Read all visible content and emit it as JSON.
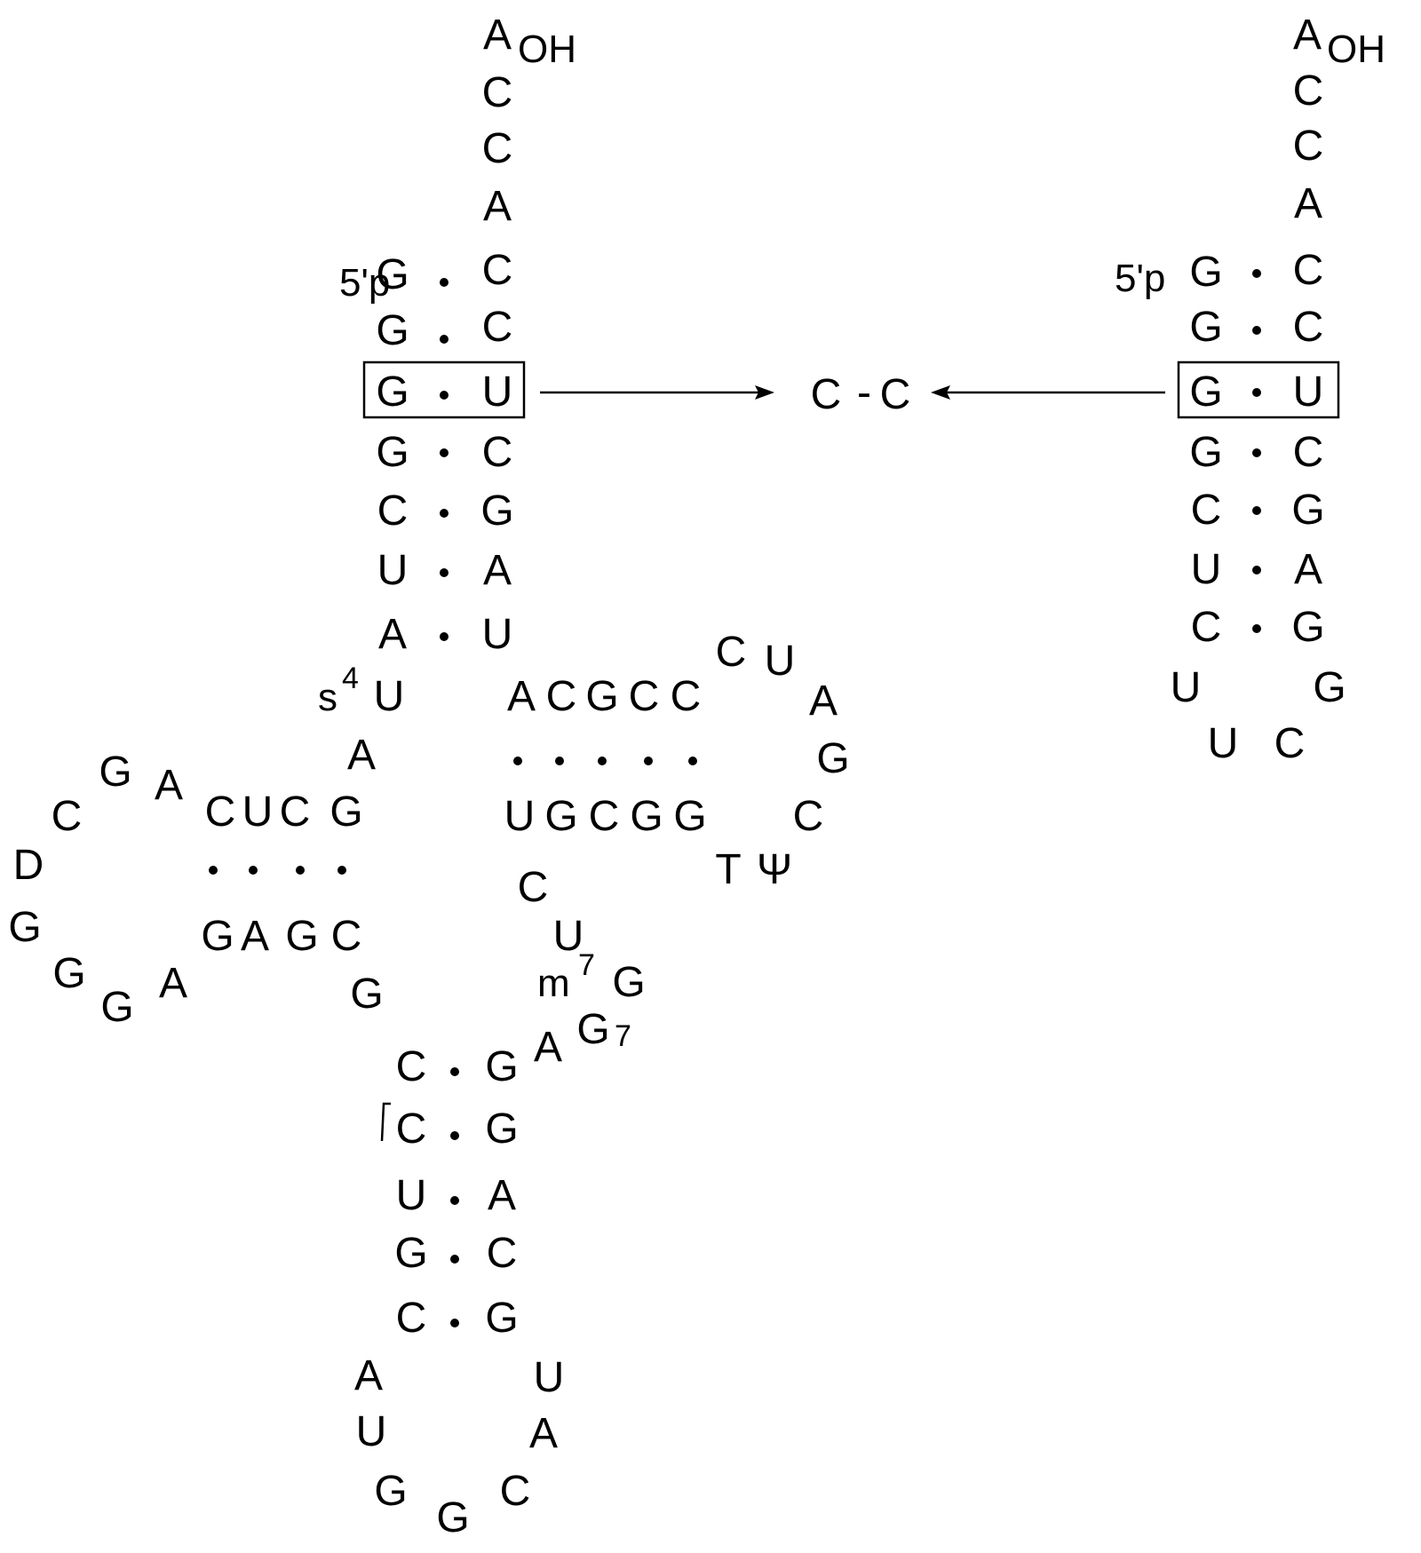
{
  "diagram": {
    "left_molecule": {
      "acceptor_end": {
        "base": "A",
        "sub": "OH"
      },
      "acceptor_tail": [
        "C",
        "C",
        "A"
      ],
      "five_prime_label": "5'p",
      "acceptor_stem": [
        [
          "G",
          "C"
        ],
        [
          "G",
          "C"
        ],
        [
          "G",
          "U"
        ],
        [
          "G",
          "C"
        ],
        [
          "C",
          "G"
        ],
        [
          "U",
          "A"
        ],
        [
          "A",
          "U"
        ]
      ],
      "s4u": {
        "prefix": "s",
        "sup": "4",
        "base": "U"
      },
      "connector_a": "A",
      "d_stem_top": [
        "C",
        "U",
        "C",
        "G"
      ],
      "d_stem_bottom": [
        "G",
        "A",
        "G",
        "C"
      ],
      "d_loop": [
        "A",
        "G",
        "C",
        "D",
        "G",
        "G",
        "G",
        "A"
      ],
      "junction_g": "G",
      "t_stem_top": [
        "A",
        "C",
        "G",
        "C",
        "C"
      ],
      "t_stem_bottom": [
        "U",
        "G",
        "C",
        "G",
        "G"
      ],
      "t_loop": [
        "C",
        "U",
        "A",
        "G",
        "C"
      ],
      "t_label": "T",
      "psi_label": "Ψ",
      "variable_loop": [
        "C",
        "U"
      ],
      "m7g": {
        "prefix": "m",
        "sup": "7",
        "base": "G"
      },
      "g7": {
        "base": "G",
        "mark": "7"
      },
      "variable_a": "A",
      "anticodon_stem": [
        [
          "C",
          "G"
        ],
        [
          "C",
          "G"
        ],
        [
          "U",
          "A"
        ],
        [
          "G",
          "C"
        ],
        [
          "C",
          "G"
        ]
      ],
      "anticodon_loop": [
        "A",
        "U",
        "G",
        "G",
        "C",
        "A",
        "U"
      ]
    },
    "center": {
      "left": "C",
      "dash": "-",
      "right": "C"
    },
    "right_molecule": {
      "acceptor_end": {
        "base": "A",
        "sub": "OH"
      },
      "acceptor_tail": [
        "C",
        "C",
        "A"
      ],
      "five_prime_label": "5'p",
      "stem": [
        [
          "G",
          "C"
        ],
        [
          "G",
          "C"
        ],
        [
          "G",
          "U"
        ],
        [
          "G",
          "C"
        ],
        [
          "C",
          "G"
        ],
        [
          "U",
          "A"
        ],
        [
          "C",
          "G"
        ]
      ],
      "loop": [
        "U",
        "U",
        "C",
        "G"
      ]
    }
  }
}
